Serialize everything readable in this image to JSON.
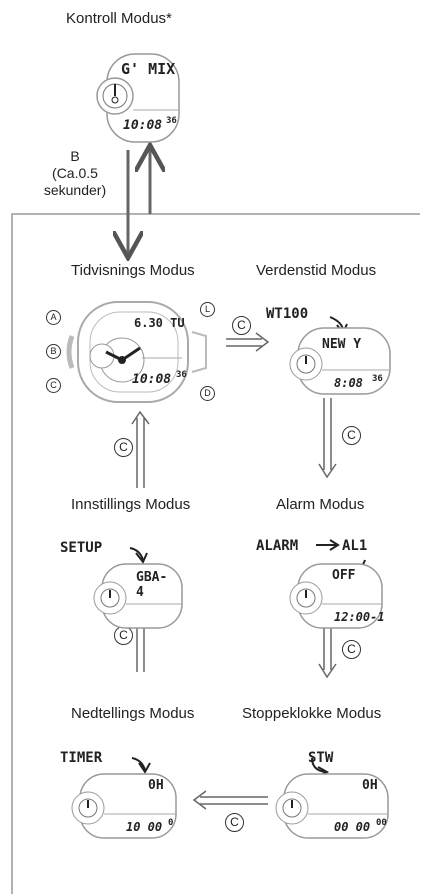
{
  "modes": {
    "control": "Kontroll Modus*",
    "timekeeping": "Tidvisnings Modus",
    "world_time": "Verdenstid Modus",
    "setting": "Innstillings Modus",
    "alarm": "Alarm Modus",
    "countdown": "Nedtellings Modus",
    "stopwatch": "Stoppeklokke Modus"
  },
  "transition_b": {
    "button": "B",
    "duration": "(Ca.0.5",
    "unit": "sekunder)"
  },
  "button_c": "C",
  "buttons": {
    "a": "A",
    "b": "B",
    "c": "C",
    "d": "D",
    "l": "L"
  },
  "displays": {
    "control": {
      "top": "G' MIX",
      "time": "10:08",
      "sec": "36"
    },
    "timekeeping": {
      "top": "6.30 TU",
      "time": "10:08",
      "sec": "36"
    },
    "world_time": {
      "callout": "WT100",
      "top": "NEW Y",
      "time": "8:08",
      "sec": "36"
    },
    "setting": {
      "callout": "SETUP",
      "top": "GBA-4"
    },
    "alarm": {
      "callout_left": "ALARM",
      "callout_right": "AL1",
      "top": "OFF",
      "time": "12:00-1"
    },
    "countdown": {
      "callout": "TIMER",
      "top": "0H",
      "time": "10 00",
      "sec": "0"
    },
    "stopwatch": {
      "callout": "STW",
      "top": "0H",
      "time": "00 00",
      "sec": "00"
    }
  }
}
